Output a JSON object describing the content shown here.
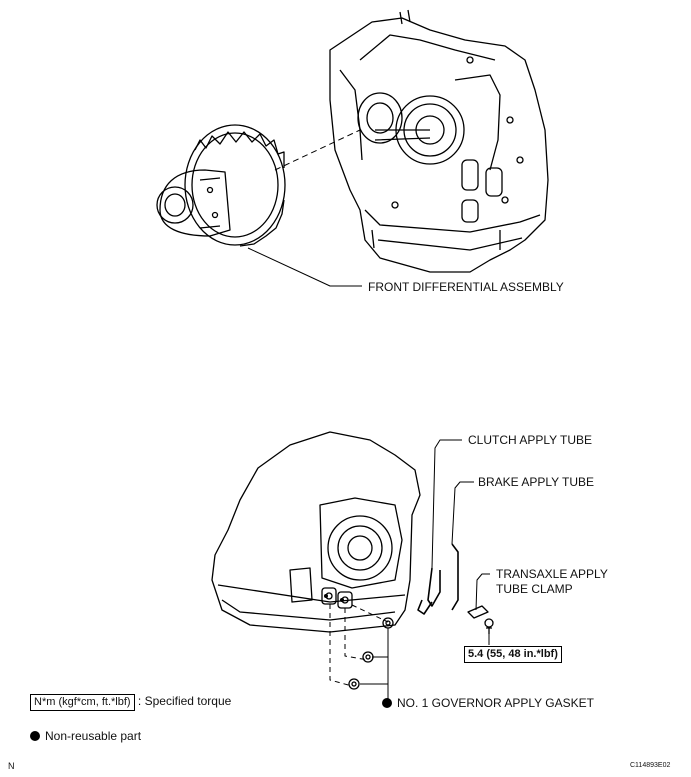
{
  "labels": {
    "front_differential": "FRONT DIFFERENTIAL ASSEMBLY",
    "clutch_tube": "CLUTCH APPLY TUBE",
    "brake_tube": "BRAKE APPLY TUBE",
    "clamp_line1": "TRANSAXLE APPLY",
    "clamp_line2": "TUBE CLAMP",
    "torque_value": "5.4 (55, 48 in.*lbf)",
    "gasket": "NO. 1 GOVERNOR APPLY GASKET"
  },
  "legend": {
    "torque_box": "N*m (kgf*cm, ft.*lbf)",
    "torque_text": ": Specified torque",
    "nonreusable_text": "Non-reusable part"
  },
  "corner": {
    "left": "N",
    "right": "C114893E02"
  }
}
